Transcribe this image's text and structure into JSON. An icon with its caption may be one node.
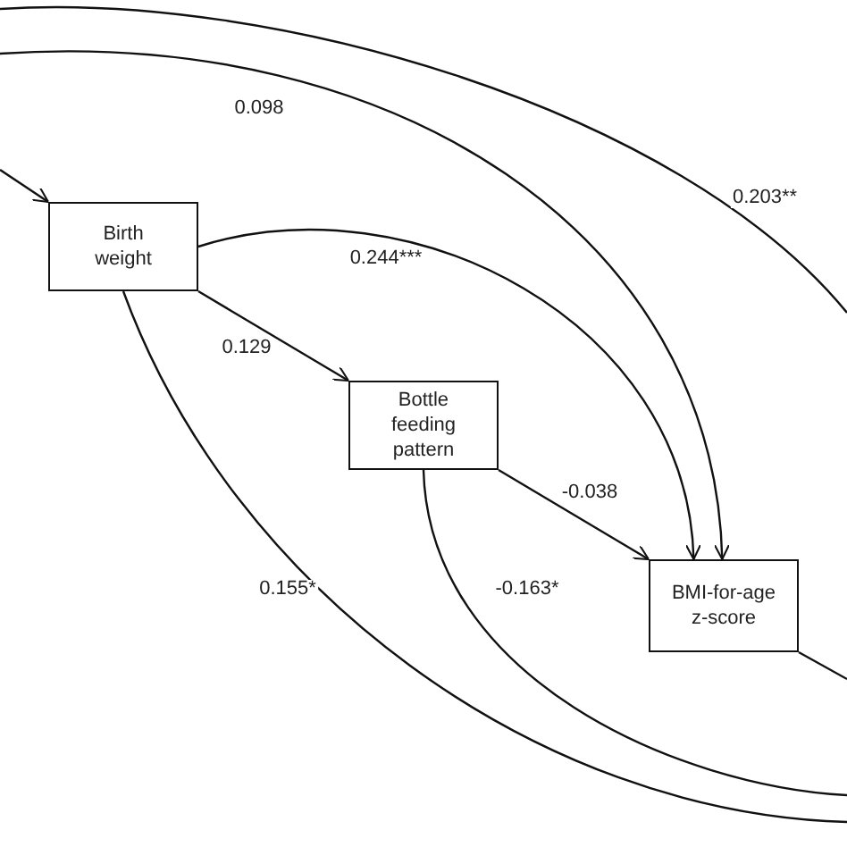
{
  "diagram": {
    "nodes": [
      {
        "text": [
          "Birth weight"
        ]
      },
      {
        "text": [
          "Bottle feeding pattern"
        ]
      },
      {
        "text": [
          "BMI-for-age z-score"
        ]
      }
    ],
    "edges": [
      {
        "from": null,
        "to": 2,
        "arrow": "to",
        "label": "0.098"
      },
      {
        "from": null,
        "to": 0,
        "arrow": "to"
      },
      {
        "from": 0,
        "to": 2,
        "arrow": "to",
        "label": "0.244***"
      },
      {
        "from": 0,
        "to": 1,
        "arrow": "to",
        "label": "0.129"
      },
      {
        "from": 1,
        "to": 2,
        "arrow": "to",
        "label": "-0.038"
      },
      {
        "from": 0,
        "to": null,
        "arrow": "none",
        "label": "0.155*"
      },
      {
        "from": 1,
        "to": null,
        "arrow": "none",
        "label": "-0.163*"
      },
      {
        "from": 2,
        "to": null,
        "arrow": "none"
      }
    ],
    "labels": [
      "0.203**"
    ]
  }
}
